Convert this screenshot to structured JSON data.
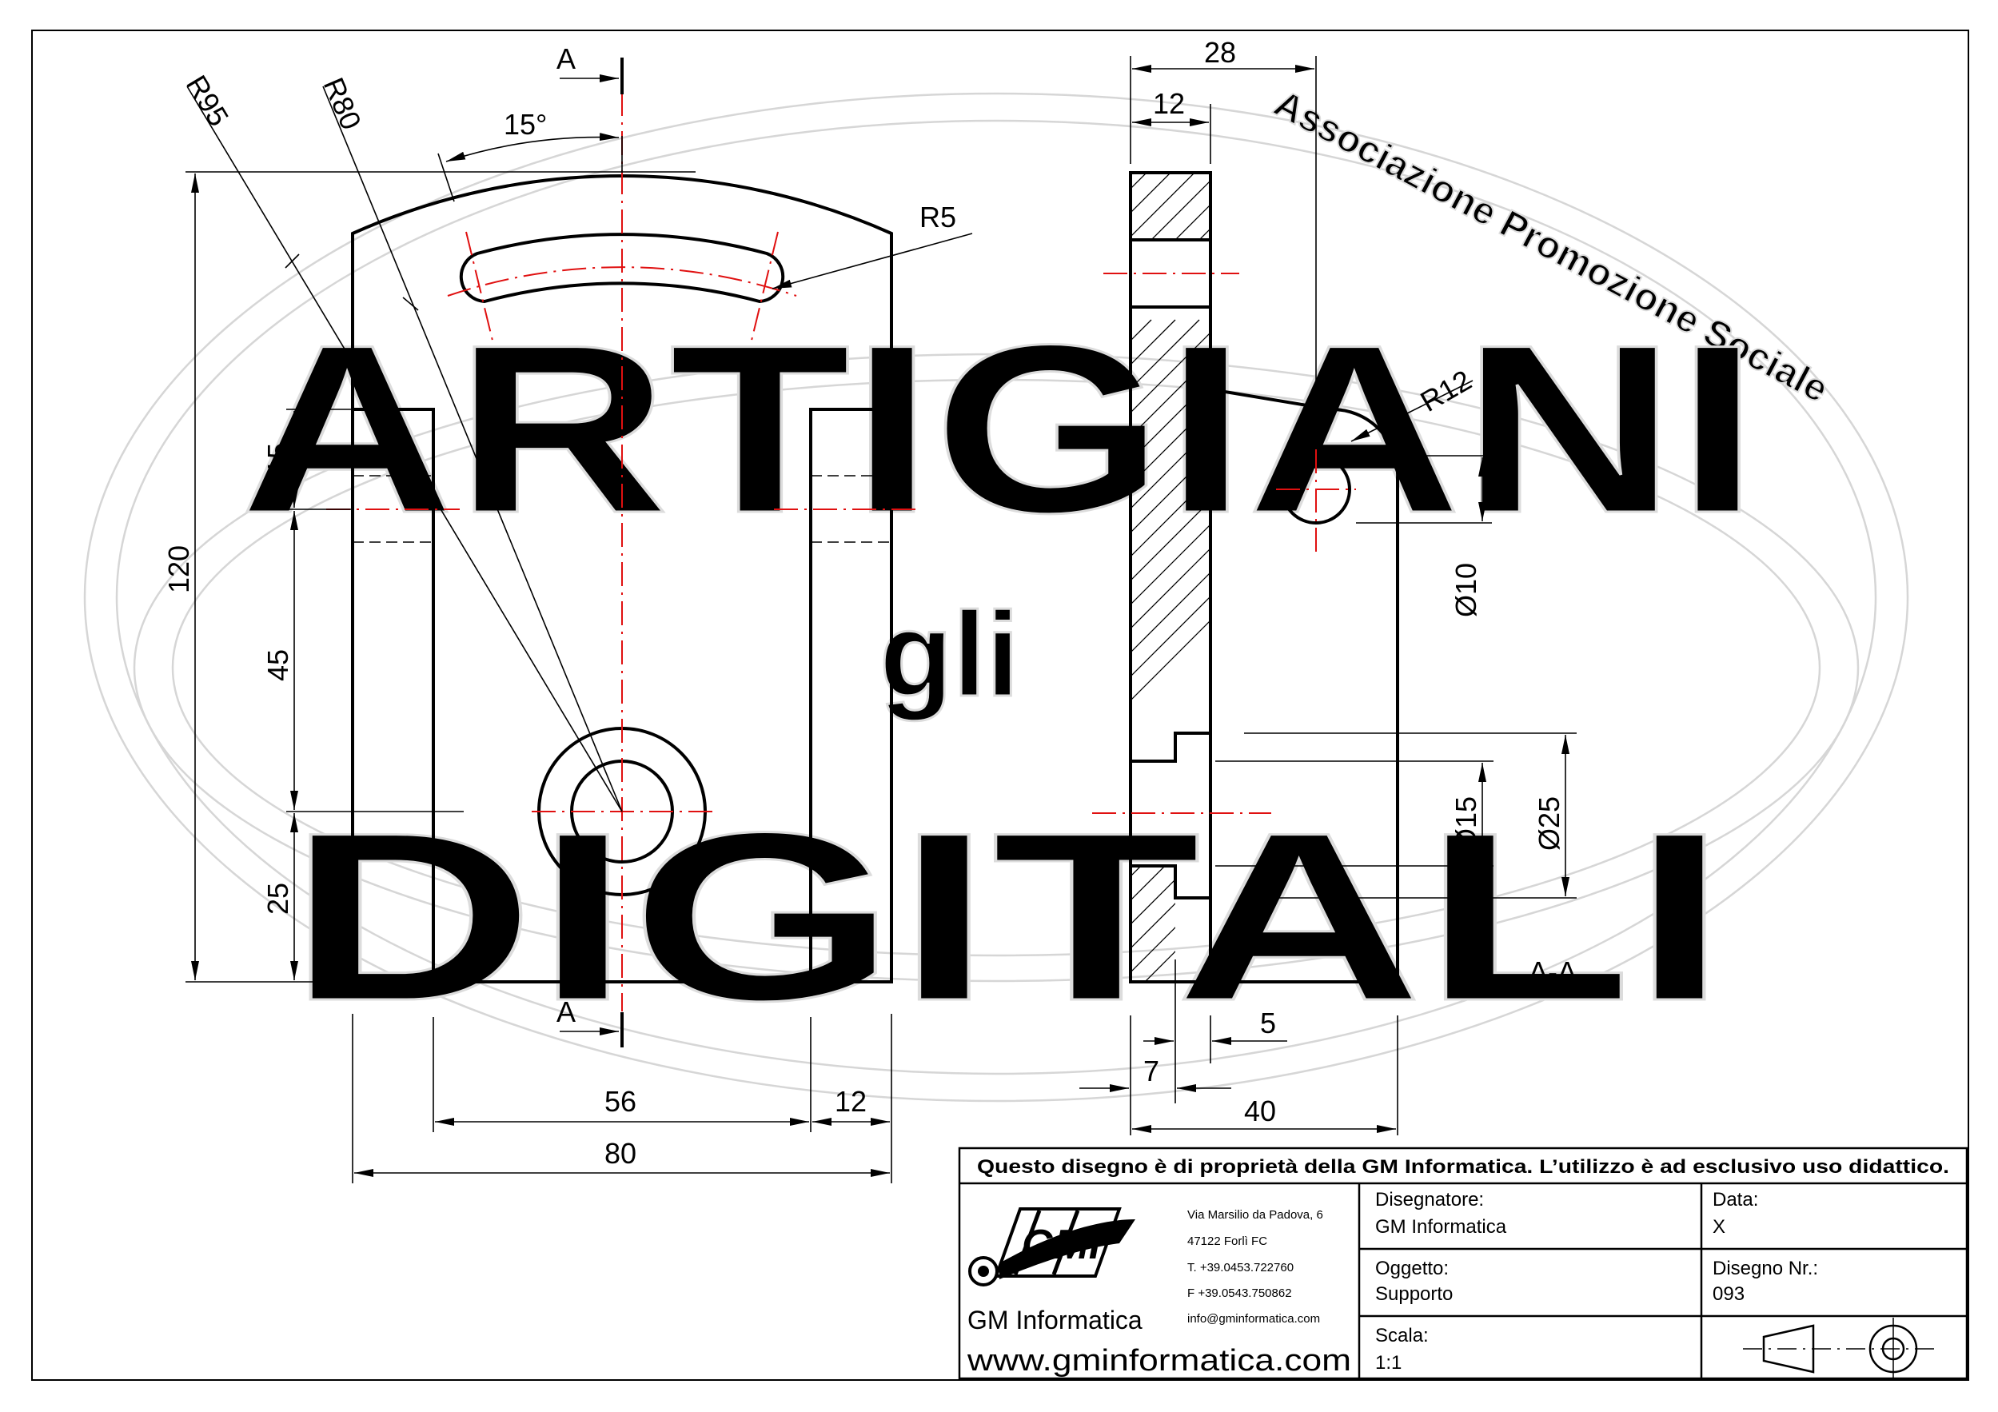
{
  "watermark": {
    "arc_text": "Associazione Promozione Sociale",
    "word_top": "ARTIGIANI",
    "word_mid": "gli",
    "word_bottom": "DIGITALI"
  },
  "front_view": {
    "section_mark_top": "A",
    "section_mark_bottom": "A",
    "dim_angle": "15°",
    "dim_r95": "R95",
    "dim_r80": "R80",
    "dim_r5": "R5",
    "dim_height_total": "120",
    "dim_15": "15",
    "dim_45": "45",
    "dim_25": "25",
    "dim_56": "56",
    "dim_12": "12",
    "dim_80": "80"
  },
  "section_view": {
    "title": "A-A",
    "dim_28": "28",
    "dim_12": "12",
    "dim_r12": "R12",
    "dim_d10": "Ø10",
    "dim_d15": "Ø15",
    "dim_d25": "Ø25",
    "dim_5": "5",
    "dim_7": "7",
    "dim_40": "40"
  },
  "title_block": {
    "notice": "Questo disegno è di proprietà della GM Informatica. L’utilizzo è ad esclusivo uso didattico.",
    "logo_text": "GMI",
    "company": "GM Informatica",
    "website": "www.gminformatica.com",
    "address_lines": [
      "Via Marsilio da Padova, 6",
      "47122  Forlì  FC",
      "T. +39.0453.722760",
      "F +39.0543.750862",
      "info@gminformatica.com"
    ],
    "fields": {
      "designer_label": "Disegnatore:",
      "designer_value": "GM  Informatica",
      "date_label": "Data:",
      "date_value": "X",
      "object_label": "Oggetto:",
      "object_value": "Supporto",
      "drawing_no_label": "Disegno  Nr.:",
      "drawing_no_value": "093",
      "scale_label": "Scala:",
      "scale_value": "1:1"
    },
    "projection_symbol_icon": "first-angle-projection-icon"
  }
}
